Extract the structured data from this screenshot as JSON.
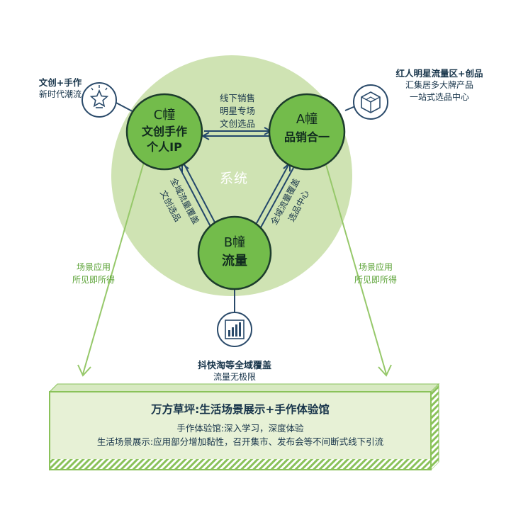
{
  "center_label": "系统",
  "nodes": {
    "c": {
      "title": "C幢",
      "line1": "文创手作",
      "line2": "个人IP"
    },
    "a": {
      "title": "A幢",
      "line1": "品销合一"
    },
    "b": {
      "title": "B幢",
      "line1": "流量"
    }
  },
  "edges": {
    "ca": [
      "线下销售",
      "明星专场",
      "文创选品"
    ],
    "cb": [
      "全域流量覆盖",
      "文创选品"
    ],
    "ab": [
      "全域流量覆盖",
      "选品中心"
    ]
  },
  "callouts": {
    "left": {
      "title": "文创+手作",
      "sub": "新时代潮流"
    },
    "right": {
      "title": "红人明星流量区+创品",
      "sub1": "汇集居多大牌产品",
      "sub2": "一站式选品中心"
    },
    "bottom": {
      "title": "抖快淘等全域覆盖",
      "sub": "流量无极限"
    }
  },
  "scene": {
    "left": {
      "title": "场景应用",
      "sub": "所见即所得"
    },
    "right": {
      "title": "场景应用",
      "sub": "所见即所得"
    }
  },
  "banner": {
    "title": "万方草坪:生活场景展示+手作体验馆",
    "line1": "手作体验馆:深入学习，深度体验",
    "line2": "生活场景展示:应用部分增加黏性，召开集市、发布会等不间断式线下引流"
  },
  "colors": {
    "big_circle": "#cfe3b3",
    "node_fill": "#73bc4b",
    "node_stroke": "#1c3c2c",
    "icon_stroke": "#2a4a6a",
    "dark_text": "#17344a",
    "banner_fill": "#e7f1d6",
    "banner_stroke": "#8ac25a",
    "arrow_light": "#96c86a",
    "edge_dark": "#23476b"
  },
  "icons": [
    "rosette-star-icon",
    "cube-icon",
    "bar-chart-icon"
  ]
}
